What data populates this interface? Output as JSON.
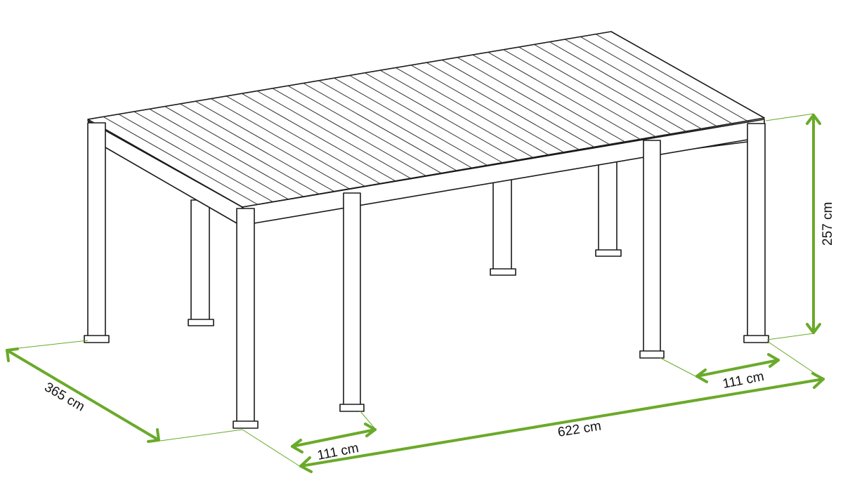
{
  "colors": {
    "dimension": "#6aaa2a",
    "outline": "#1a1a1a"
  },
  "dimensions": {
    "depth": "365 cm",
    "length": "622 cm",
    "height": "257 cm",
    "overhang_left": "111 cm",
    "overhang_right": "111 cm"
  }
}
